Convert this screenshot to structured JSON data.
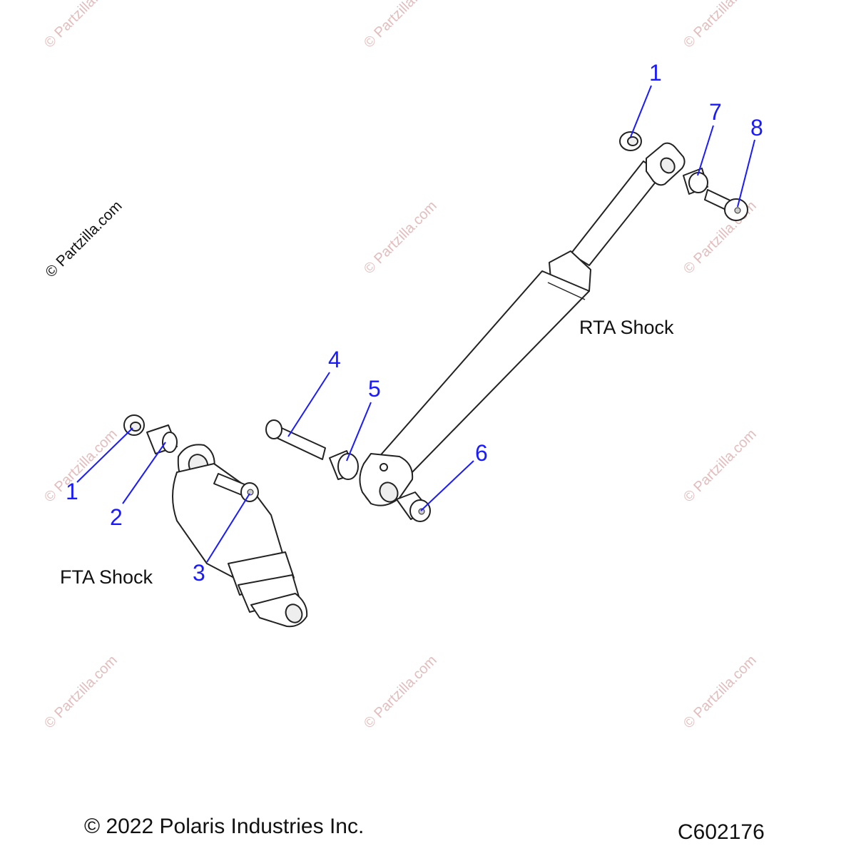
{
  "diagram": {
    "labels": {
      "rta_shock": "RTA Shock",
      "fta_shock": "FTA Shock"
    },
    "callouts": [
      {
        "id": "1",
        "group": "rta"
      },
      {
        "id": "7",
        "group": "rta"
      },
      {
        "id": "8",
        "group": "rta"
      },
      {
        "id": "4",
        "group": "rta"
      },
      {
        "id": "5",
        "group": "rta"
      },
      {
        "id": "6",
        "group": "rta"
      },
      {
        "id": "1",
        "group": "fta"
      },
      {
        "id": "2",
        "group": "fta"
      },
      {
        "id": "3",
        "group": "fta"
      }
    ],
    "watermark": "© Partzilla.com",
    "copyright": "© 2022 Polaris Industries Inc.",
    "drawing_number": "C602176",
    "colors": {
      "callout": "#1a1aff",
      "watermark": "#e2bdbd",
      "line": "#222222"
    }
  }
}
